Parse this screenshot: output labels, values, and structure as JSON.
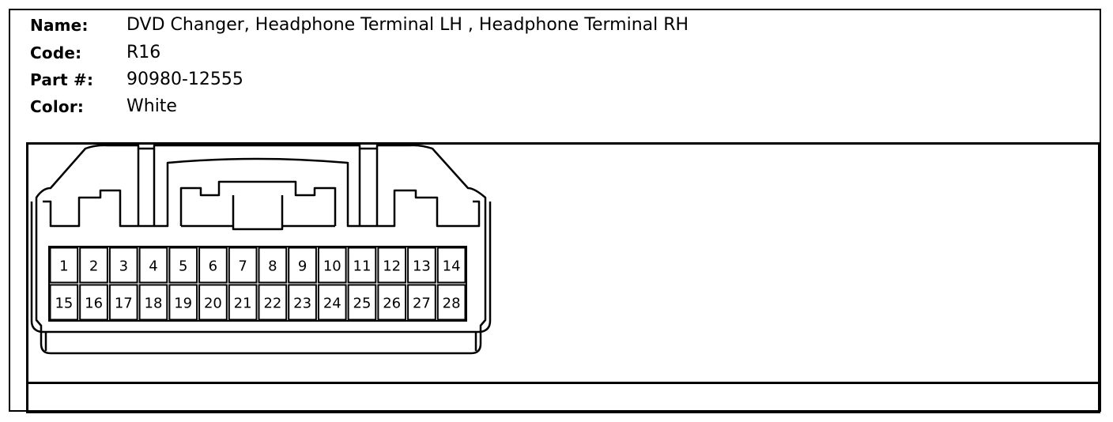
{
  "connector": {
    "name_label": "Name:",
    "name_value": "DVD Changer, Headphone Terminal LH , Headphone Terminal RH",
    "code_label": "Code:",
    "code_value": "R16",
    "part_label": "Part #:",
    "part_value": "90980-12555",
    "color_label": "Color:",
    "color_value": "White"
  },
  "pins": {
    "top_row": [
      "1",
      "2",
      "3",
      "4",
      "5",
      "6",
      "7",
      "8",
      "9",
      "10",
      "11",
      "12",
      "13",
      "14"
    ],
    "bottom_row": [
      "15",
      "16",
      "17",
      "18",
      "19",
      "20",
      "21",
      "22",
      "23",
      "24",
      "25",
      "26",
      "27",
      "28"
    ]
  }
}
